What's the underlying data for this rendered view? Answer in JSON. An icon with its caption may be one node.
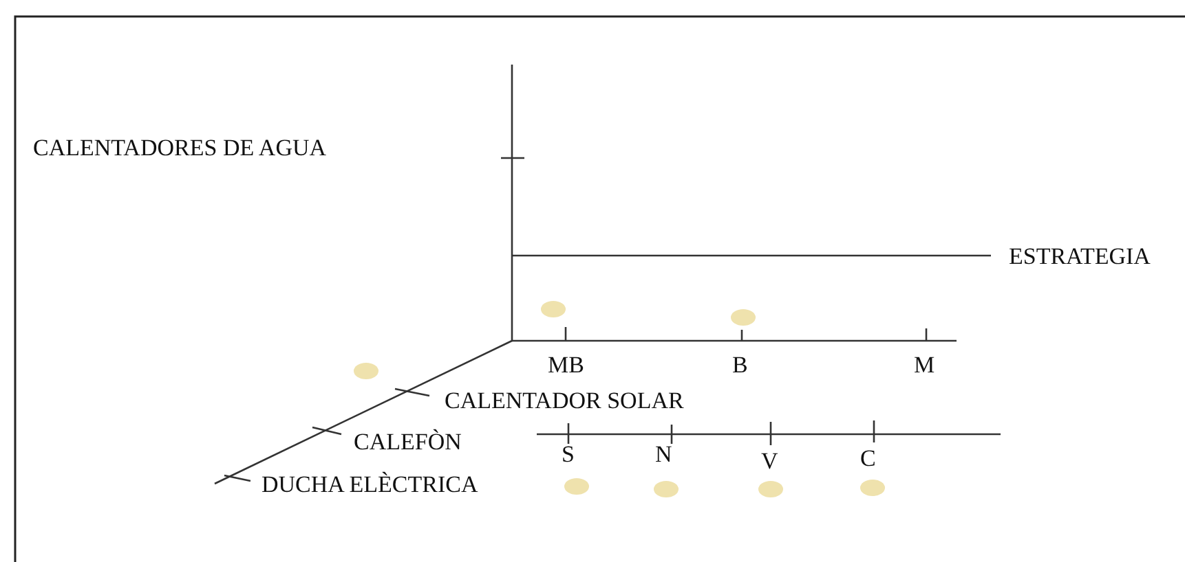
{
  "diagram": {
    "labels": [
      "CALENTADORES DE AGUA",
      "ESTRATEGIA",
      "MB",
      "B",
      "M",
      "CALENTADOR SOLAR",
      "CALEFÒN",
      "S",
      "N",
      "V",
      "C",
      "DUCHA ELÈCTRICA"
    ]
  }
}
